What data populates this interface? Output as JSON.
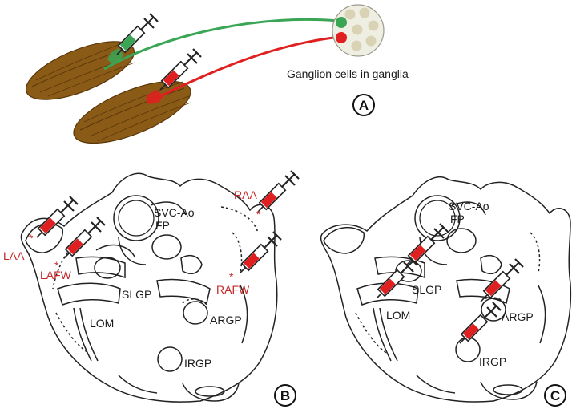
{
  "panel_a": {
    "letter": "A",
    "caption": "Ganglion cells in ganglia",
    "colors": {
      "muscle": "#8a5a17",
      "muscle_stripe": "#5a3608",
      "green": "#3aa655",
      "red": "#e02020",
      "ganglion_fill": "#efeee2",
      "cell_fill": "#d9d2b4"
    }
  },
  "panel_b": {
    "letter": "B",
    "labels": {
      "svc_ao": "SVC-Ao",
      "fp": "FP",
      "raa": "RAA",
      "laa": "LAA",
      "lafw": "LAFW",
      "rafw": "RAFW",
      "slgp": "SLGP",
      "lom": "LOM",
      "argp": "ARGP",
      "irgp": "IRGP",
      "asterisk": "*"
    }
  },
  "panel_c": {
    "letter": "C",
    "labels": {
      "svc_ao": "SVC-Ao",
      "fp": "FP",
      "slgp": "SLGP",
      "lom": "LOM",
      "argp": "ARGP",
      "irgp": "IRGP"
    }
  }
}
